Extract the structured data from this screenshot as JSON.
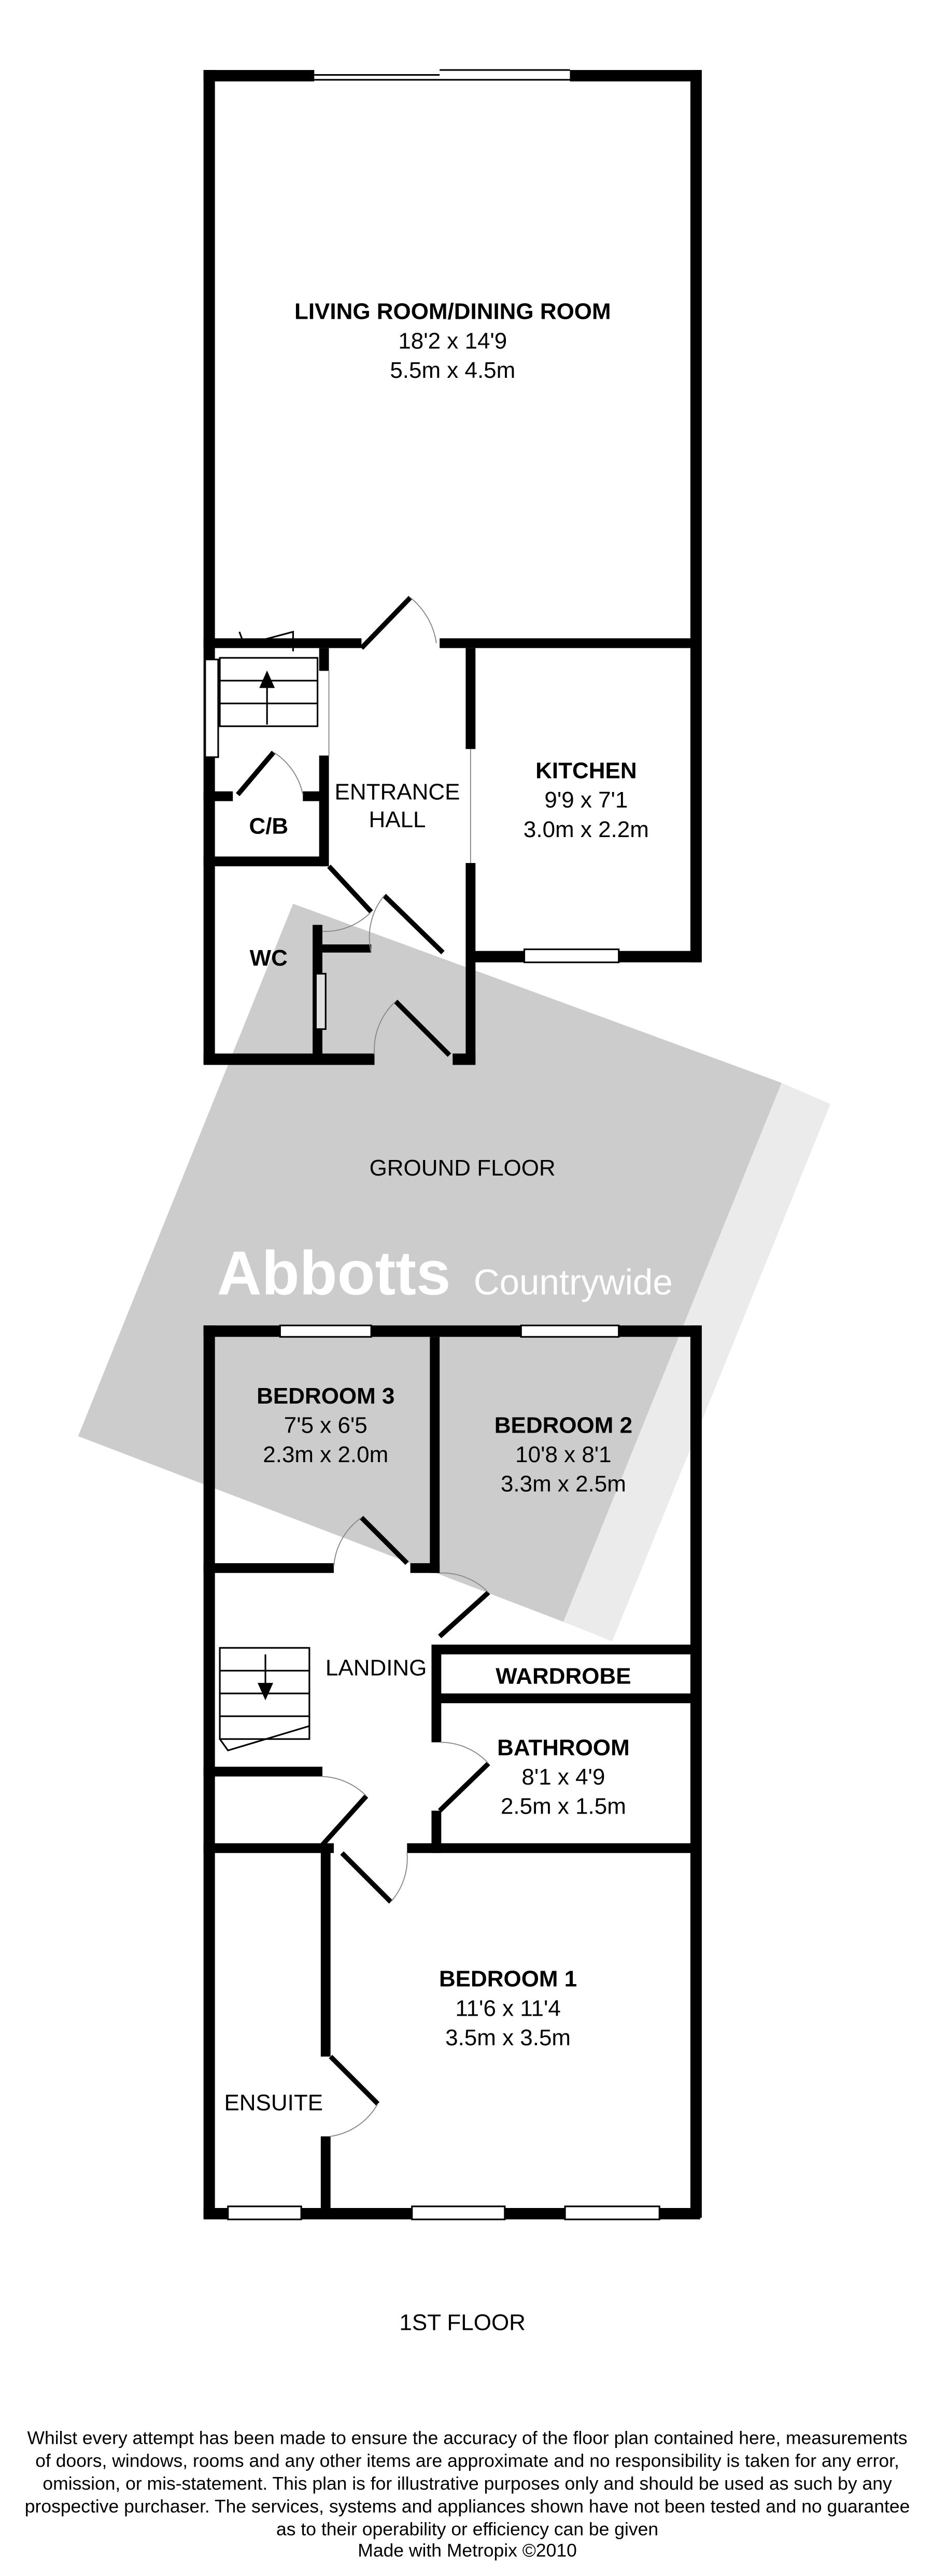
{
  "ground_floor": {
    "title": "GROUND FLOOR",
    "rooms": [
      {
        "name": "LIVING ROOM/DINING ROOM",
        "imperial": "18'2 x 14'9",
        "metric": "5.5m x 4.5m"
      },
      {
        "name": "KITCHEN",
        "imperial": "9'9 x 7'1",
        "metric": "3.0m x 2.2m"
      },
      {
        "name": "ENTRANCE",
        "name2": "HALL"
      },
      {
        "name": "C/B"
      },
      {
        "name": "WC"
      }
    ]
  },
  "first_floor": {
    "title": "1ST FLOOR",
    "rooms": [
      {
        "name": "BEDROOM 3",
        "imperial": "7'5 x 6'5",
        "metric": "2.3m x 2.0m"
      },
      {
        "name": "BEDROOM 2",
        "imperial": "10'8 x 8'1",
        "metric": "3.3m x 2.5m"
      },
      {
        "name": "LANDING"
      },
      {
        "name": "WARDROBE"
      },
      {
        "name": "BATHROOM",
        "imperial": "8'1 x 4'9",
        "metric": "2.5m x 1.5m"
      },
      {
        "name": "BEDROOM 1",
        "imperial": "11'6 x 11'4",
        "metric": "3.5m x 3.5m"
      },
      {
        "name": "ENSUITE"
      }
    ]
  },
  "watermark": {
    "brand": "Abbotts",
    "sub": "Countrywide",
    "color": "#cccccc"
  },
  "disclaimer": {
    "lines": [
      "Whilst every attempt has been made to ensure the accuracy of the floor plan contained here, measurements",
      "of doors, windows, rooms and any other items are approximate and no responsibility is taken for any error,",
      "omission, or mis-statement. This plan is for illustrative purposes only and should be used as such by any",
      "prospective purchaser. The services, systems and appliances shown have not been tested and no guarantee",
      "as to their operability or efficiency can be given"
    ],
    "credit": "Made with Metropix ©2010"
  }
}
